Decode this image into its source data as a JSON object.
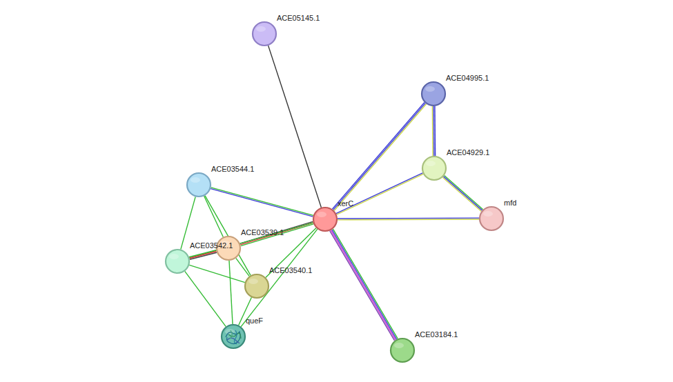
{
  "diagram": {
    "nodes": [
      {
        "text": [
          "ACE05145.1"
        ]
      },
      {
        "text": [
          "ACE04995.1"
        ]
      },
      {
        "text": [
          "ACE04929.1"
        ]
      },
      {
        "text": [
          "ACE03544.1"
        ]
      },
      {
        "text": [
          "mfd"
        ]
      },
      {
        "text": [
          "xerC"
        ]
      },
      {
        "text": [
          "ACE03539.1"
        ]
      },
      {
        "text": [
          "ACE03542.1"
        ]
      },
      {
        "text": [
          "ACE03540.1"
        ]
      },
      {
        "text": [
          "queF"
        ]
      },
      {
        "text": [
          "ACE03184.1"
        ]
      }
    ],
    "edges": [
      {
        "from": 5,
        "to": 0,
        "arrow": "none"
      },
      {
        "from": 5,
        "to": 1,
        "arrow": "none"
      },
      {
        "from": 5,
        "to": 2,
        "arrow": "none"
      },
      {
        "from": 5,
        "to": 4,
        "arrow": "none"
      },
      {
        "from": 5,
        "to": 10,
        "arrow": "none"
      },
      {
        "from": 5,
        "to": 3,
        "arrow": "none"
      },
      {
        "from": 5,
        "to": 6,
        "arrow": "none"
      },
      {
        "from": 5,
        "to": 7,
        "arrow": "none"
      },
      {
        "from": 5,
        "to": 8,
        "arrow": "none"
      },
      {
        "from": 5,
        "to": 9,
        "arrow": "none"
      },
      {
        "from": 1,
        "to": 2,
        "arrow": "none"
      },
      {
        "from": 2,
        "to": 4,
        "arrow": "none"
      },
      {
        "from": 3,
        "to": 7,
        "arrow": "none"
      },
      {
        "from": 3,
        "to": 6,
        "arrow": "none"
      },
      {
        "from": 3,
        "to": 8,
        "arrow": "none"
      },
      {
        "from": 7,
        "to": 6,
        "arrow": "none"
      },
      {
        "from": 7,
        "to": 8,
        "arrow": "none"
      },
      {
        "from": 7,
        "to": 9,
        "arrow": "none"
      },
      {
        "from": 6,
        "to": 8,
        "arrow": "none"
      },
      {
        "from": 6,
        "to": 9,
        "arrow": "none"
      },
      {
        "from": 8,
        "to": 9,
        "arrow": "none"
      }
    ]
  }
}
